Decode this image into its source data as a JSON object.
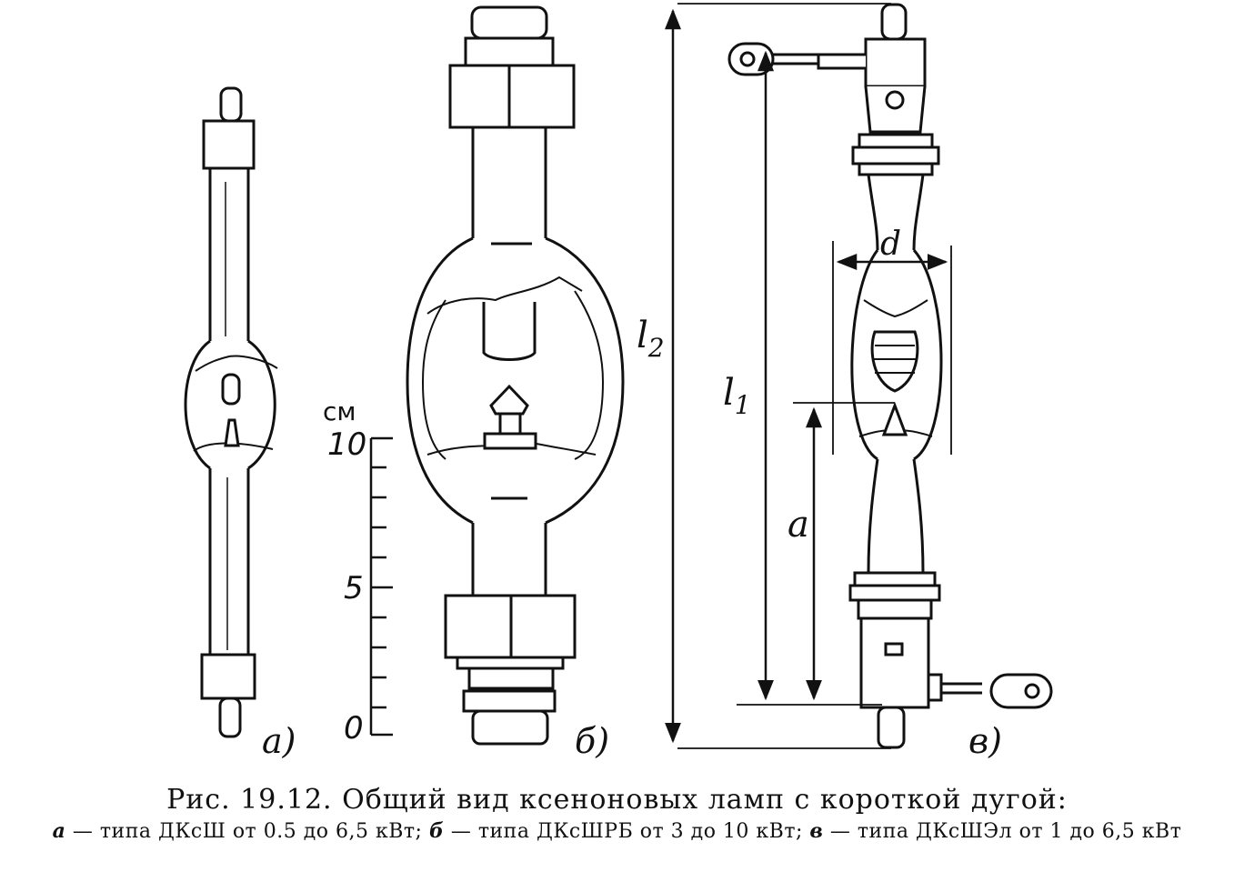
{
  "figure": {
    "lamp_a_label": "а)",
    "lamp_b_label": "б)",
    "lamp_v_label": "в)",
    "scale": {
      "unit": "см",
      "tick_labels": [
        "10",
        "5",
        "0"
      ]
    },
    "dimensions": {
      "l1": "l1",
      "l2": "l2",
      "d": "d",
      "a": "a"
    }
  },
  "caption": {
    "title": "Рис. 19.12. Общий вид ксеноновых ламп с короткой дугой:",
    "item_a_letter": "а",
    "item_a_text": " — типа ДКсШ от 0.5 до 6,5 кВт; ",
    "item_b_letter": "б",
    "item_b_text": " — типа ДКсШРБ от 3 до 10 кВт; ",
    "item_v_letter": "в",
    "item_v_text": " — типа ДКсШЭл от 1 до 6,5 кВт"
  }
}
